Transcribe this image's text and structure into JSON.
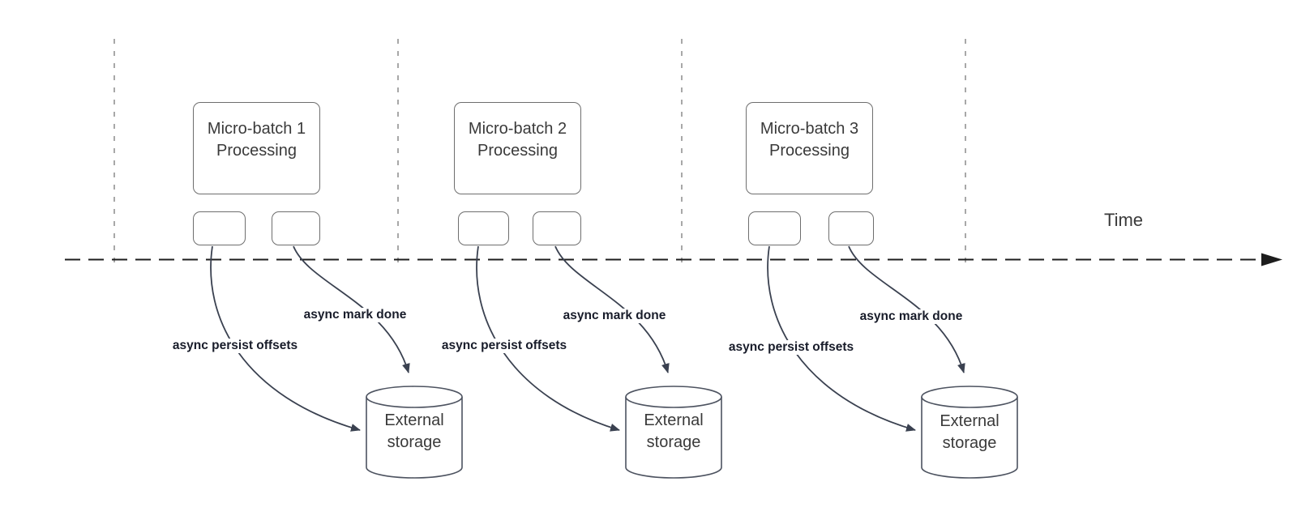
{
  "time_axis": {
    "label": "Time"
  },
  "groups": [
    {
      "processing_title_line1": "Micro-batch 1",
      "processing_title_line2": "Processing",
      "persist_arrow_label": "async persist offsets",
      "mark_done_arrow_label": "async mark done",
      "storage_label_line1": "External",
      "storage_label_line2": "storage"
    },
    {
      "processing_title_line1": "Micro-batch 2",
      "processing_title_line2": "Processing",
      "persist_arrow_label": "async persist offsets",
      "mark_done_arrow_label": "async mark done",
      "storage_label_line1": "External",
      "storage_label_line2": "storage"
    },
    {
      "processing_title_line1": "Micro-batch 3",
      "processing_title_line2": "Processing",
      "persist_arrow_label": "async persist offsets",
      "mark_done_arrow_label": "async mark done",
      "storage_label_line1": "External",
      "storage_label_line2": "storage"
    }
  ],
  "colors": {
    "axis": "#1d1d1d",
    "guide": "#a8a8a8",
    "border": "#6e6e6e",
    "arrow": "#3a4150",
    "cyl": "#4d5360",
    "labeltext": "#181c2a",
    "boxtext": "#3a3a3a"
  }
}
